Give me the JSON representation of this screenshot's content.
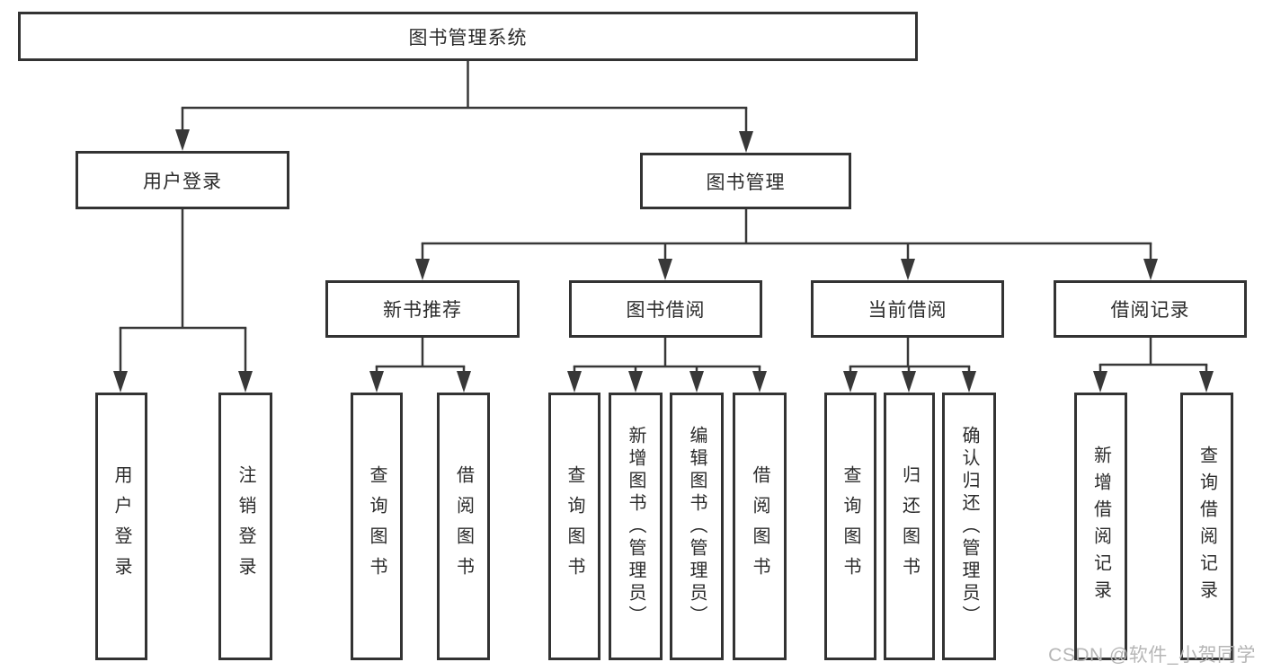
{
  "colors": {
    "line": "#383838",
    "box_border": "#333333",
    "text": "#2b2b2b",
    "watermark": "#b6b6b6",
    "background": "#ffffff"
  },
  "diagram": {
    "root": {
      "label": "图书管理系统"
    },
    "branches": {
      "user": {
        "label": "用户登录",
        "children": [
          {
            "label": "用户登录"
          },
          {
            "label": "注销登录"
          }
        ]
      },
      "book": {
        "label": "图书管理",
        "sections": [
          {
            "label": "新书推荐",
            "children": [
              {
                "label": "查询图书"
              },
              {
                "label": "借阅图书"
              }
            ]
          },
          {
            "label": "图书借阅",
            "children": [
              {
                "label": "查询图书"
              },
              {
                "label": "新增图书（管理员）"
              },
              {
                "label": "编辑图书（管理员）"
              },
              {
                "label": "借阅图书"
              }
            ]
          },
          {
            "label": "当前借阅",
            "children": [
              {
                "label": "查询图书"
              },
              {
                "label": "归还图书"
              },
              {
                "label": "确认归还（管理员）"
              }
            ]
          },
          {
            "label": "借阅记录",
            "children": [
              {
                "label": "新增借阅记录"
              },
              {
                "label": "查询借阅记录"
              }
            ]
          }
        ]
      }
    },
    "watermark": "CSDN @软件_小贺同学"
  }
}
